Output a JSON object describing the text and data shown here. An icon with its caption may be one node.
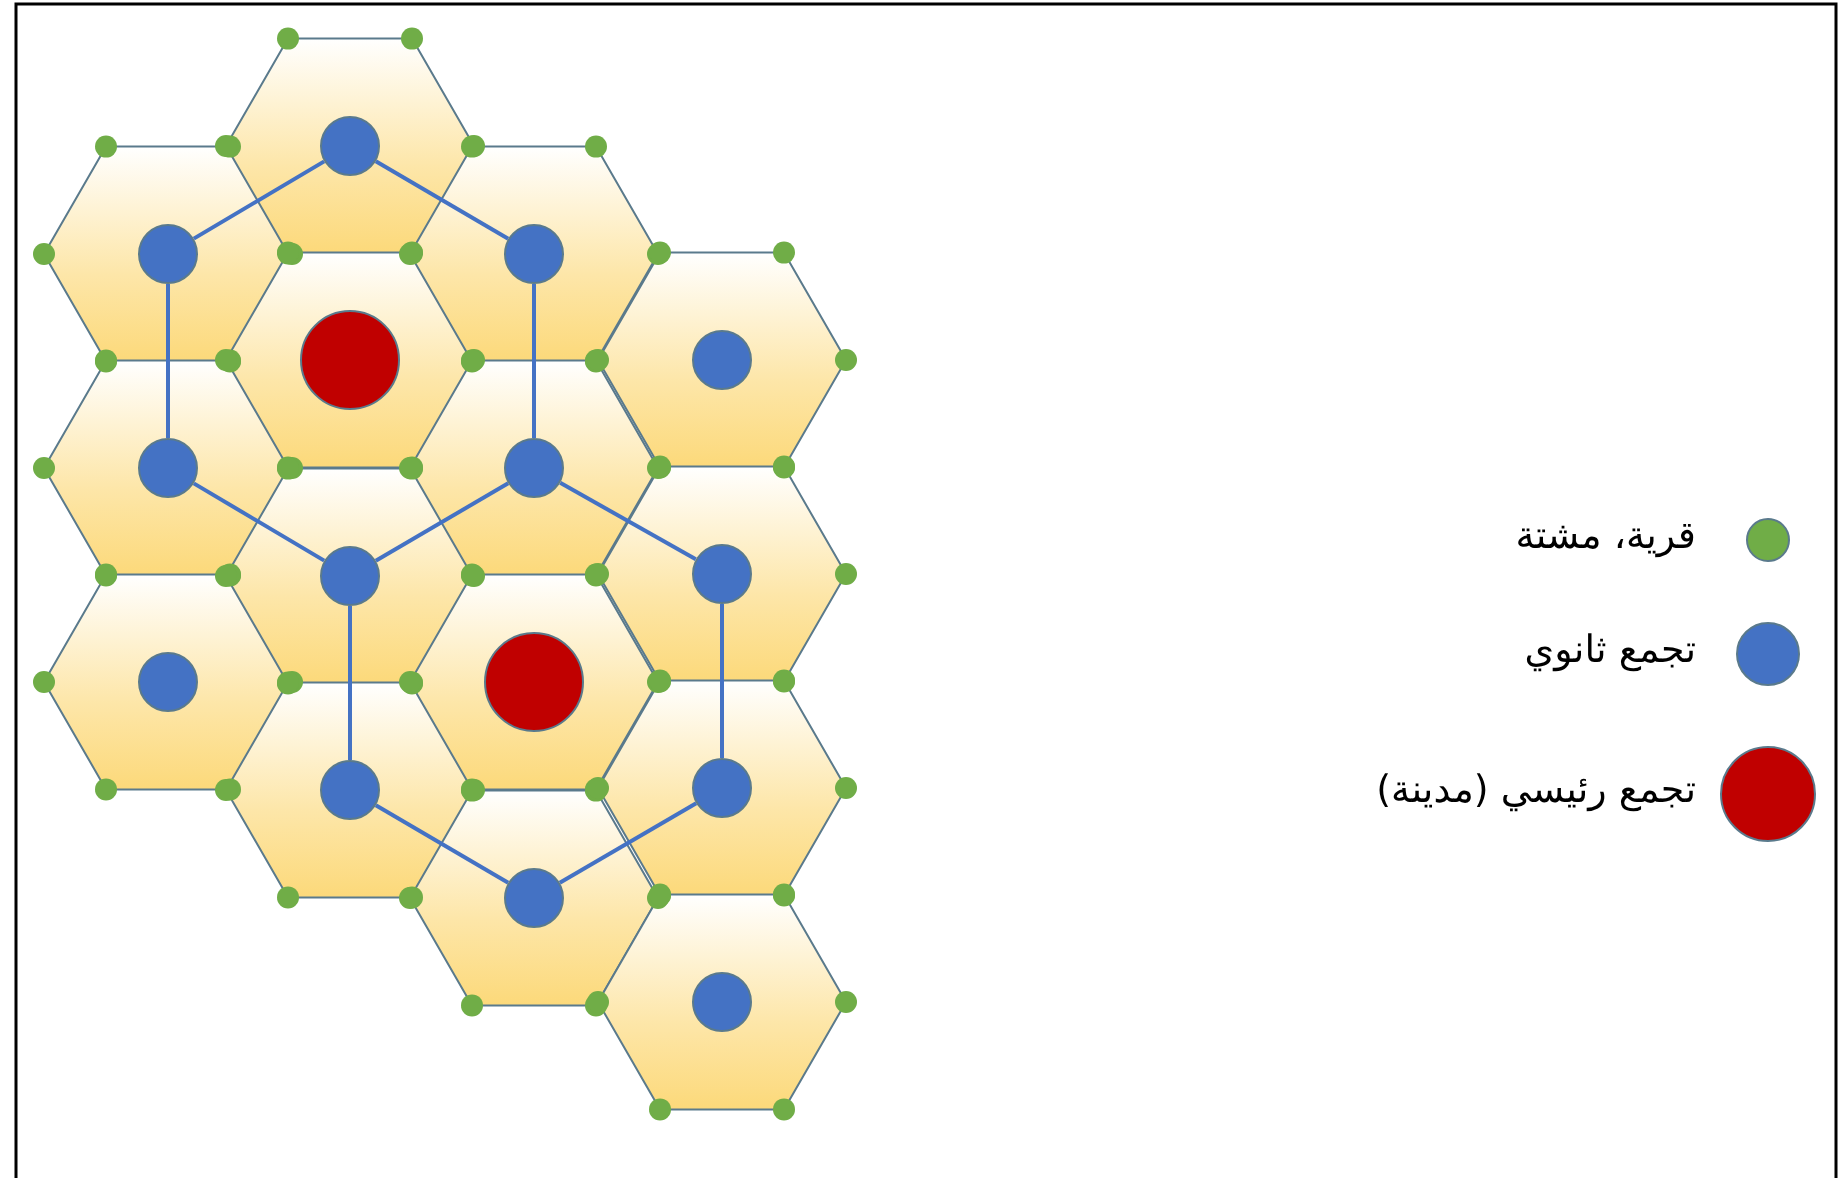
{
  "diagram": {
    "nodes": [
      {
        "text": [],
        "shape": "circle"
      },
      {
        "text": [],
        "shape": "circle"
      },
      {
        "text": [],
        "shape": "circle"
      },
      {
        "text": [],
        "shape": "circle"
      },
      {
        "text": [],
        "shape": "circle"
      },
      {
        "text": [],
        "shape": "circle"
      },
      {
        "text": [],
        "shape": "circle"
      },
      {
        "text": [],
        "shape": "circle"
      },
      {
        "text": [],
        "shape": "circle"
      },
      {
        "text": [],
        "shape": "circle"
      },
      {
        "text": [],
        "shape": "circle"
      },
      {
        "text": [],
        "shape": "circle"
      },
      {
        "text": [],
        "shape": "circle"
      },
      {
        "text": [],
        "shape": "circle"
      },
      {
        "text": [],
        "shape": "circle"
      }
    ],
    "edges": [
      {
        "from": 0,
        "to": 1,
        "arrow": "none"
      },
      {
        "from": 0,
        "to": 2,
        "arrow": "none"
      },
      {
        "from": 1,
        "to": 5,
        "arrow": "none"
      },
      {
        "from": 2,
        "to": 6,
        "arrow": "none"
      },
      {
        "from": 5,
        "to": 8,
        "arrow": "none"
      },
      {
        "from": 6,
        "to": 8,
        "arrow": "none"
      },
      {
        "from": 6,
        "to": 7,
        "arrow": "none"
      },
      {
        "from": 8,
        "to": 12,
        "arrow": "none"
      },
      {
        "from": 7,
        "to": 11,
        "arrow": "none"
      },
      {
        "from": 12,
        "to": 13,
        "arrow": "none"
      },
      {
        "from": 13,
        "to": 11,
        "arrow": "none"
      }
    ],
    "legend": [
      {
        "text": "قرية، مشتة",
        "color": "#70ad47"
      },
      {
        "text": "تجمع ثانوي",
        "color": "#4472c4"
      },
      {
        "text": "تجمع رئيسي (مدينة)",
        "color": "#c00000"
      }
    ]
  }
}
